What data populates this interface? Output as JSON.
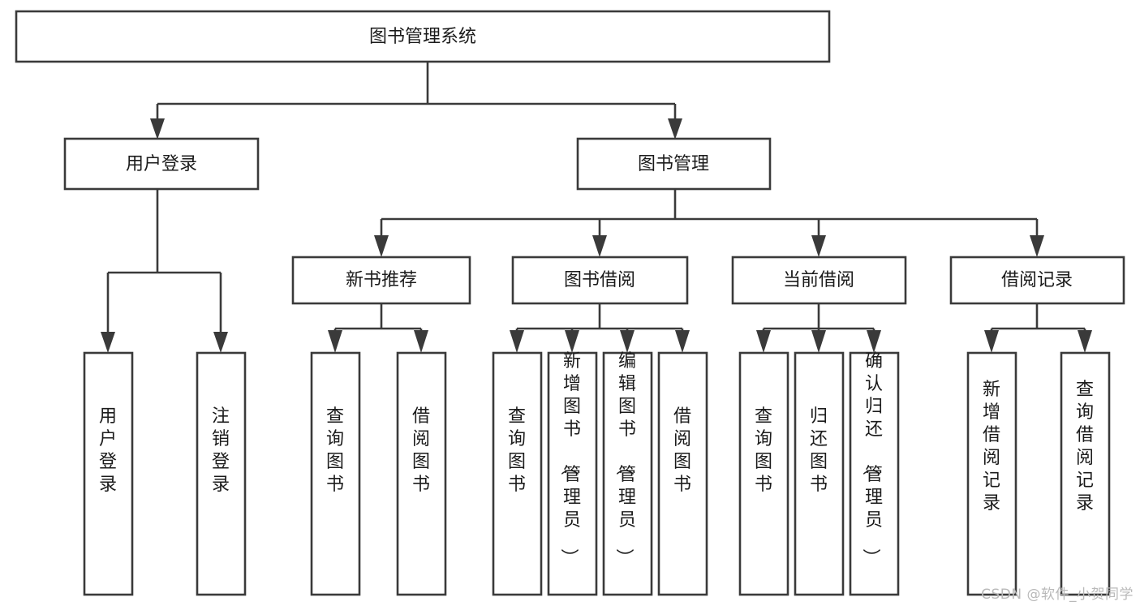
{
  "diagram": {
    "type": "tree-hierarchy",
    "title": "图书管理系统",
    "orientation": "top-down",
    "colors": {
      "box_stroke": "#3a3a3a",
      "box_fill": "#ffffff",
      "text": "#1b1b1b",
      "connector": "#3a3a3a",
      "watermark": "#b9b9b9",
      "background": "#ffffff"
    },
    "levels": [
      {
        "level": 1,
        "nodes": [
          {
            "id": "root",
            "label": "图书管理系统",
            "orientation": "horizontal"
          }
        ]
      },
      {
        "level": 2,
        "nodes": [
          {
            "id": "login",
            "label": "用户登录",
            "orientation": "horizontal",
            "parent": "root"
          },
          {
            "id": "bookmgmt",
            "label": "图书管理",
            "orientation": "horizontal",
            "parent": "root"
          }
        ]
      },
      {
        "level": 3,
        "nodes": [
          {
            "id": "newbook",
            "label": "新书推荐",
            "orientation": "horizontal",
            "parent": "bookmgmt"
          },
          {
            "id": "borrow",
            "label": "图书借阅",
            "orientation": "horizontal",
            "parent": "bookmgmt"
          },
          {
            "id": "current",
            "label": "当前借阅",
            "orientation": "horizontal",
            "parent": "bookmgmt"
          },
          {
            "id": "records",
            "label": "借阅记录",
            "orientation": "horizontal",
            "parent": "bookmgmt"
          }
        ]
      },
      {
        "level": 4,
        "nodes": [
          {
            "id": "leaf-login-1",
            "label": "用户登录",
            "orientation": "vertical",
            "parent": "login"
          },
          {
            "id": "leaf-login-2",
            "label": "注销登录",
            "orientation": "vertical",
            "parent": "login"
          },
          {
            "id": "leaf-new-1",
            "label": "查询图书",
            "orientation": "vertical",
            "parent": "newbook"
          },
          {
            "id": "leaf-new-2",
            "label": "借阅图书",
            "orientation": "vertical",
            "parent": "newbook"
          },
          {
            "id": "leaf-borrow-1",
            "label": "查询图书",
            "orientation": "vertical",
            "parent": "borrow"
          },
          {
            "id": "leaf-borrow-2",
            "label": "新增图书（管理员）",
            "orientation": "vertical",
            "parent": "borrow"
          },
          {
            "id": "leaf-borrow-3",
            "label": "编辑图书（管理员）",
            "orientation": "vertical",
            "parent": "borrow"
          },
          {
            "id": "leaf-borrow-4",
            "label": "借阅图书",
            "orientation": "vertical",
            "parent": "borrow"
          },
          {
            "id": "leaf-current-1",
            "label": "查询图书",
            "orientation": "vertical",
            "parent": "current"
          },
          {
            "id": "leaf-current-2",
            "label": "归还图书",
            "orientation": "vertical",
            "parent": "current"
          },
          {
            "id": "leaf-current-3",
            "label": "确认归还（管理员）",
            "orientation": "vertical",
            "parent": "current"
          },
          {
            "id": "leaf-records-1",
            "label": "新增借阅记录",
            "orientation": "vertical",
            "parent": "records"
          },
          {
            "id": "leaf-records-2",
            "label": "查询借阅记录",
            "orientation": "vertical",
            "parent": "records"
          }
        ]
      }
    ]
  },
  "watermark": {
    "text": "CSDN @软件_小贺同学"
  }
}
